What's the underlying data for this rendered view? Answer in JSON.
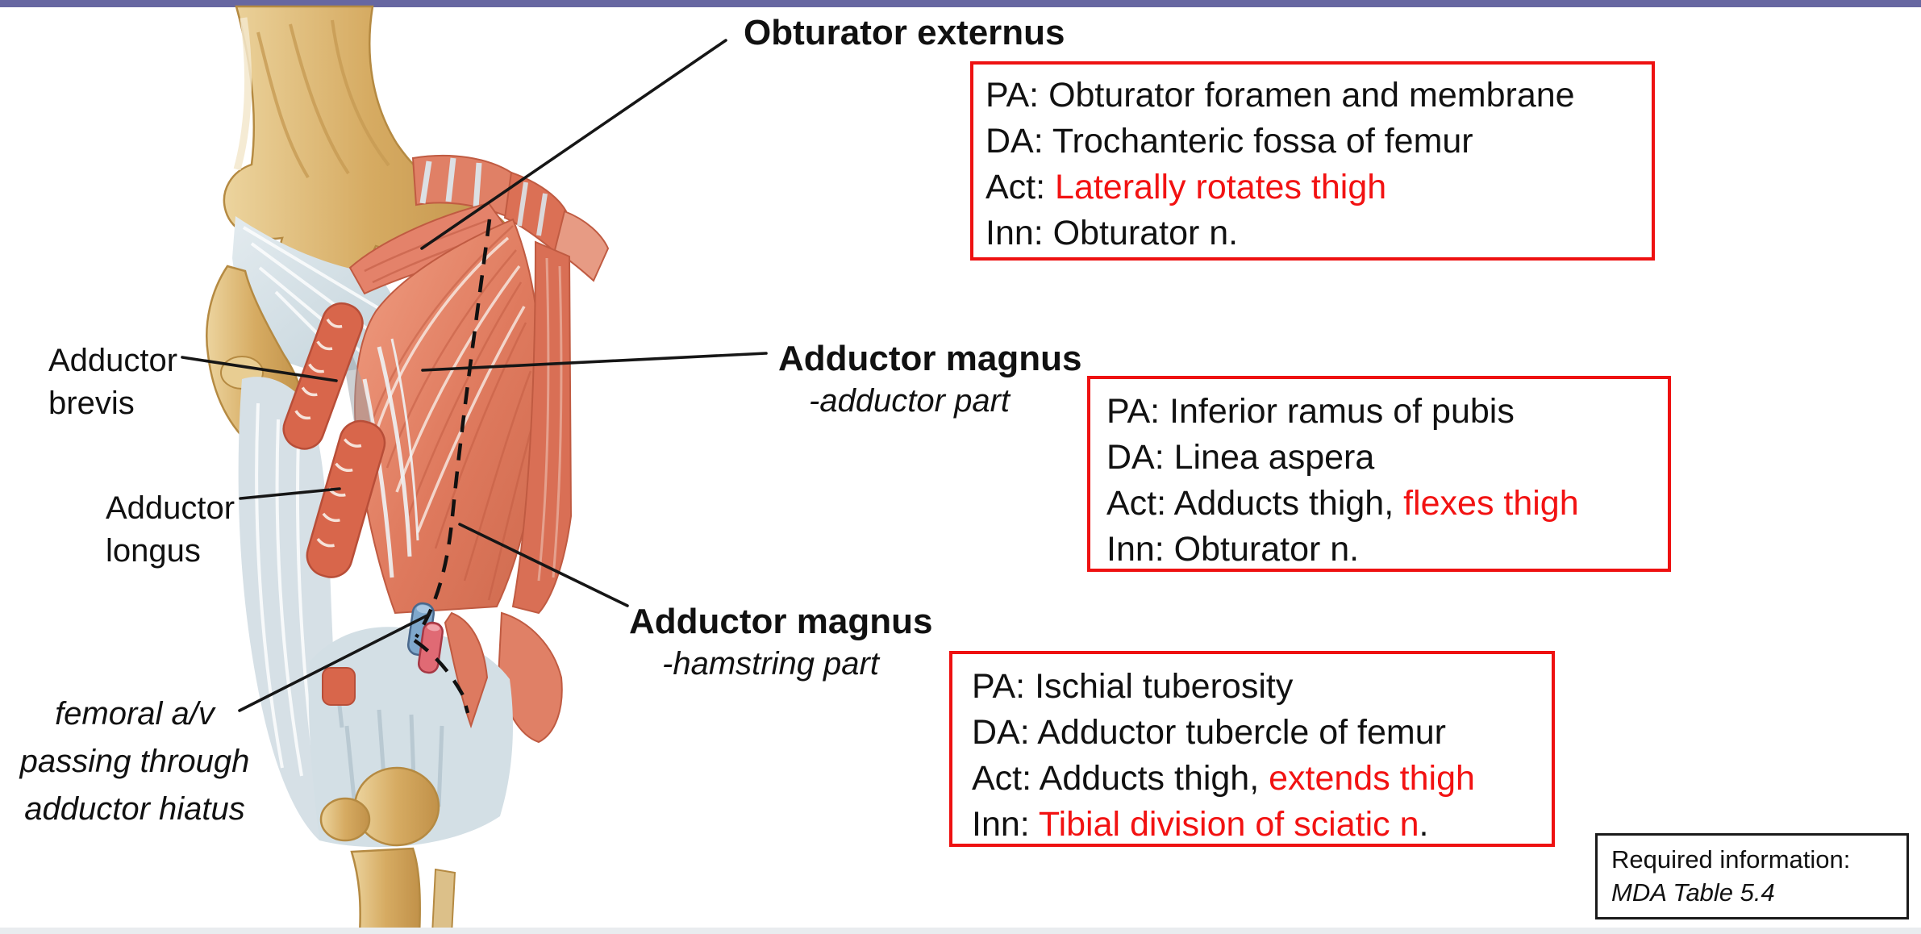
{
  "page": {
    "background": "#ffffff",
    "accent_bar_color": "#6767a1",
    "bottom_strip_color": "#e9ecef"
  },
  "colors": {
    "box_border_red": "#ee1111",
    "highlight_red": "#f21212",
    "text_black": "#111111",
    "muscle_salmon": "#df7a5e",
    "muscle_deep": "#c8604a",
    "bone_tan": "#d3a961",
    "fascia_blue": "#cfdce3",
    "femoral_artery": "#d95f6b",
    "femoral_vein": "#7fa8cc"
  },
  "figure": {
    "labels": {
      "adductor_brevis": [
        "Adductor",
        "brevis"
      ],
      "adductor_longus": [
        "Adductor",
        "longus"
      ],
      "femoral": [
        "femoral a/v",
        "passing through",
        "adductor hiatus"
      ]
    }
  },
  "sections": [
    {
      "title": "Obturator externus",
      "subtitle": "",
      "rows": [
        {
          "pre": "PA: Obturator foramen and membrane",
          "red": "",
          "post": ""
        },
        {
          "pre": "DA: Trochanteric fossa of femur",
          "red": "",
          "post": ""
        },
        {
          "pre": "Act: ",
          "red": "Laterally rotates thigh",
          "post": ""
        },
        {
          "pre": "Inn: Obturator n.",
          "red": "",
          "post": ""
        }
      ]
    },
    {
      "title": "Adductor magnus",
      "subtitle": "-adductor part",
      "rows": [
        {
          "pre": "PA: Inferior ramus of pubis",
          "red": "",
          "post": ""
        },
        {
          "pre": "DA: Linea aspera",
          "red": "",
          "post": ""
        },
        {
          "pre": "Act: Adducts thigh, ",
          "red": "flexes thigh",
          "post": ""
        },
        {
          "pre": "Inn: Obturator n.",
          "red": "",
          "post": ""
        }
      ]
    },
    {
      "title": "Adductor magnus",
      "subtitle": "-hamstring part",
      "rows": [
        {
          "pre": "PA: Ischial tuberosity",
          "red": "",
          "post": ""
        },
        {
          "pre": "DA: Adductor tubercle of femur",
          "red": "",
          "post": ""
        },
        {
          "pre": "Act: Adducts thigh, ",
          "red": "extends thigh",
          "post": ""
        },
        {
          "pre": "Inn: ",
          "red": "Tibial division of sciatic n",
          "post": "."
        }
      ]
    }
  ],
  "required_info": {
    "line1": "Required information:",
    "line2": "MDA Table 5.4"
  }
}
